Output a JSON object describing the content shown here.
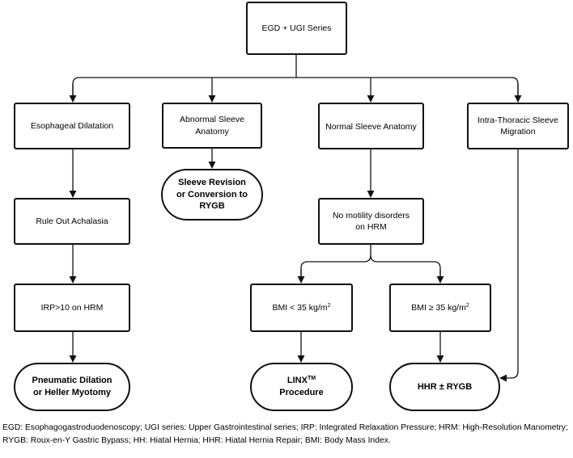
{
  "nodes": {
    "egd_ugi": "EGD + UGI Series",
    "esophageal_dilatation": "Esophageal Dilatation",
    "abnormal_sleeve": "Abnormal Sleeve Anatomy",
    "normal_sleeve": "Normal Sleeve Anatomy",
    "intrathoracic_migration": "Intra-Thoracic Sleeve Migration",
    "sleeve_revision": "Sleeve Revision or Conversion to RYGB",
    "rule_out_achalasia": "Rule Out Achalasia",
    "no_motility": "No motility disorders on HRM",
    "irp": "IRP>10 on HRM",
    "bmi_low_prefix": "BMI < 35 kg/m",
    "bmi_low_exp": "2",
    "bmi_high_prefix": "BMI ≥ 35 kg/m",
    "bmi_high_exp": "2",
    "pneumatic": "Pneumatic Dilation or Heller Myotomy",
    "linx_name": "LINX",
    "linx_tm": "TM",
    "linx_proc": "Procedure",
    "hhr": "HHR ± RYGB"
  },
  "footnote": "EGD: Esophagogastroduodenoscopy; UGI series: Upper Gastrointestinal series; IRP: Integrated Relaxation Pressure; HRM: High-Resolution Manometry; RYGB: Roux-en-Y Gastric Bypass; HH: Hiatal Hernia; HHR: Hiatal Hernia Repair; BMI: Body Mass Index."
}
